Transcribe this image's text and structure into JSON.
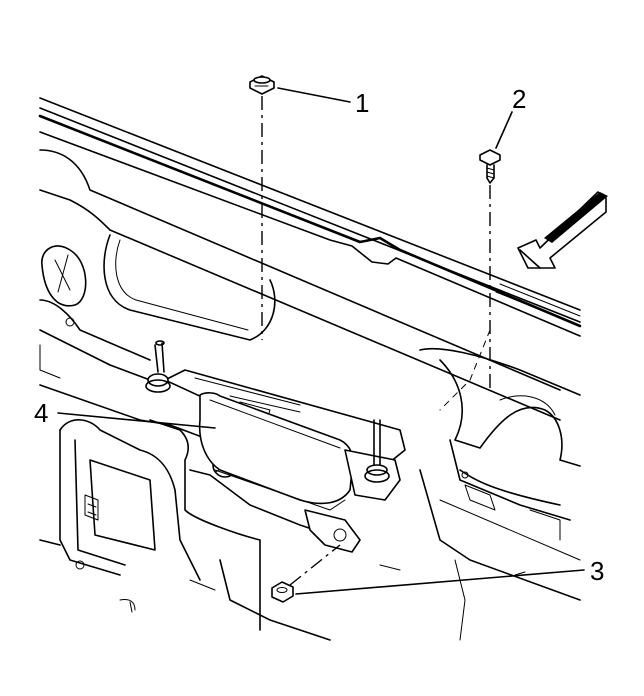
{
  "callouts": [
    {
      "id": "1",
      "label": "1",
      "part": "nut"
    },
    {
      "id": "2",
      "label": "2",
      "part": "bolt"
    },
    {
      "id": "3",
      "label": "3",
      "part": "nut"
    },
    {
      "id": "4",
      "label": "4",
      "part": "module-bracket"
    }
  ],
  "icons": {
    "direction_arrow": "front-direction-arrow-icon"
  },
  "colors": {
    "line": "#000000",
    "background": "#ffffff"
  }
}
